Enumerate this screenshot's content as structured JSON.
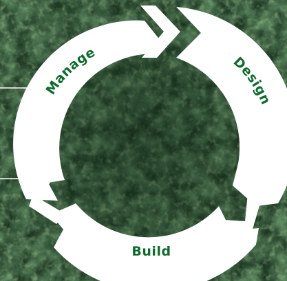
{
  "cycle": {
    "segments": [
      {
        "id": "design",
        "label": "Design"
      },
      {
        "id": "build",
        "label": "Build"
      },
      {
        "id": "manage",
        "label": "Manage"
      }
    ]
  },
  "colors": {
    "ring": "#ffffff",
    "label": "#0d6b2c",
    "forest_dark": "#14301a",
    "forest_mid": "#2f5a31",
    "forest_light": "#5c8a4a",
    "pointer_line": "#ffffff"
  }
}
